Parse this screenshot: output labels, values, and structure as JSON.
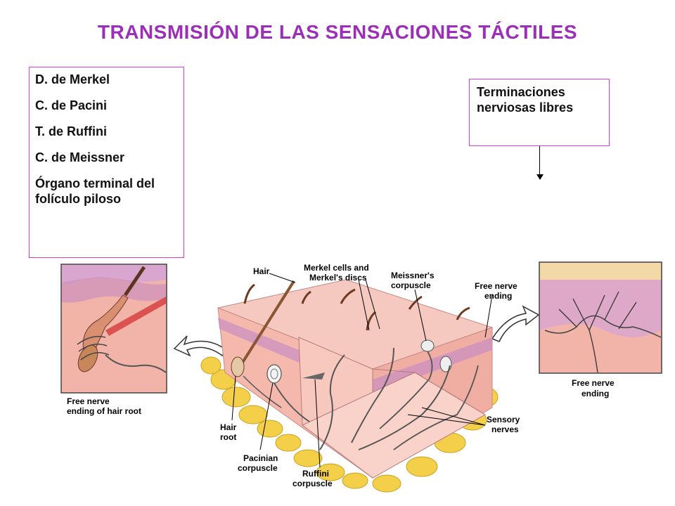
{
  "title": "TRANSMISIÓN DE LAS SENSACIONES TÁCTILES",
  "left_box": {
    "items": [
      "D. de Merkel",
      "C. de Pacini",
      "T. de Ruffini",
      "C. de Meissner",
      "Órgano terminal del folículo piloso"
    ]
  },
  "right_box": {
    "text": "Terminaciones nerviosas libres"
  },
  "figure_labels": {
    "hair": "Hair",
    "merkel_1": "Merkel cells and",
    "merkel_2": "Merkel's discs",
    "meissner_1": "Meissner's",
    "meissner_2": "corpuscle",
    "free_top_1": "Free nerve",
    "free_top_2": "ending",
    "free_right_1": "Free nerve",
    "free_right_2": "ending",
    "free_hair_1": "Free nerve",
    "free_hair_2": "ending of hair root",
    "hair_root_1": "Hair",
    "hair_root_2": "root",
    "pacinian_1": "Pacinian",
    "pacinian_2": "corpuscle",
    "ruffini_1": "Ruffini",
    "ruffini_2": "corpuscle",
    "sensory_1": "Sensory",
    "sensory_2": "nerves"
  },
  "colors": {
    "title": "#9b2fb8",
    "box_border": "#e13ad6",
    "skin": "#f2b7ad",
    "fat": "#f3cf4a"
  }
}
